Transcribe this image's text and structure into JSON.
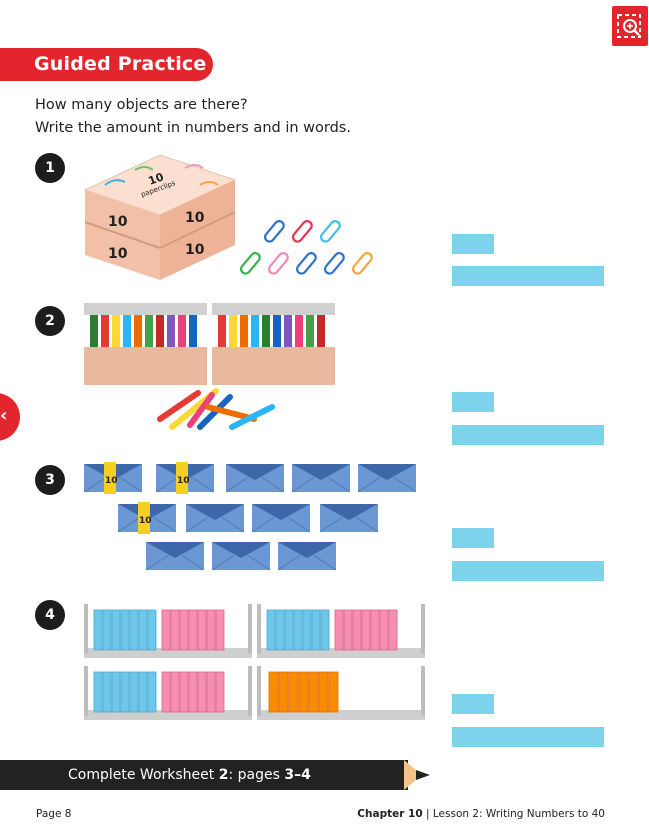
{
  "banner": {
    "title": "Guided Practice"
  },
  "instructions": {
    "line1": "How many objects are there?",
    "line2": "Write the amount in numbers and in words."
  },
  "questions": [
    {
      "number": "1",
      "box_labels": [
        "10",
        "10",
        "10",
        "10",
        "10"
      ],
      "box_top_line1": "10",
      "box_top_line2": "paperclips"
    },
    {
      "number": "2"
    },
    {
      "number": "3",
      "envelope_label": "10"
    },
    {
      "number": "4"
    }
  ],
  "worksheet": {
    "prefix": "Complete Worksheet ",
    "ws_num": "2",
    "mid": ": pages ",
    "pages": "3–4"
  },
  "footer": {
    "page": "Page 8",
    "chapter": "Chapter 10",
    "lesson": "| Lesson 2: Writing Numbers to 40"
  },
  "colors": {
    "accent": "#e3262e",
    "answer_box": "#7dd3ec",
    "envelope": "#4a78b8"
  },
  "icons": {
    "zoom": "zoom-in-icon",
    "prev": "chevron-left-icon"
  }
}
